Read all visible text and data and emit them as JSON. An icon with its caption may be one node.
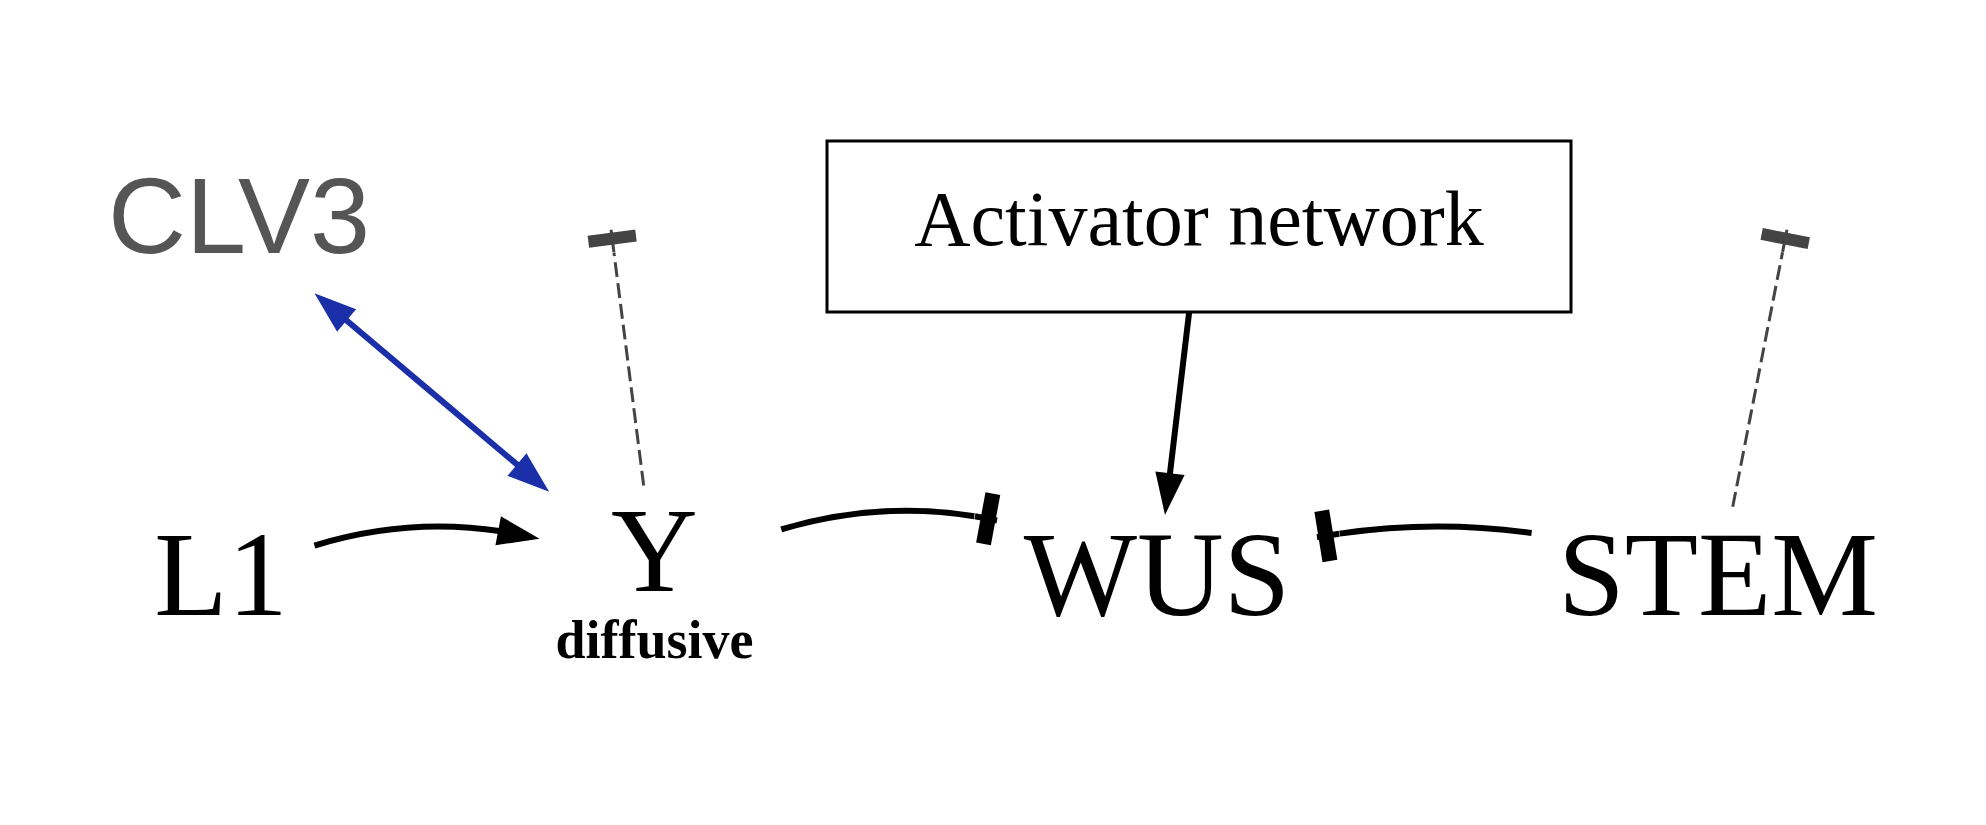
{
  "diagram": {
    "nodes": [
      {
        "text": [
          "CLV3"
        ]
      },
      {
        "text": [
          "Activator network"
        ]
      },
      {
        "text": [
          "L1"
        ]
      },
      {
        "text": [
          "Y"
        ],
        "beside": [
          "diffusive"
        ]
      },
      {
        "text": [
          "WUS"
        ]
      },
      {
        "text": [
          "STEM"
        ]
      }
    ],
    "edges": [
      {
        "from": 0,
        "to": 3,
        "arrow": "both",
        "color": "#1a2fa8"
      },
      {
        "from": 2,
        "to": 3,
        "arrow": "to"
      },
      {
        "from": 3,
        "to": 4,
        "arrow": "other"
      },
      {
        "from": 5,
        "to": 4,
        "arrow": "other"
      },
      {
        "from": 1,
        "to": 4,
        "arrow": "to"
      },
      {
        "from": 3,
        "to": null,
        "arrow": "other",
        "style": "dashed"
      },
      {
        "from": 5,
        "to": null,
        "arrow": "other",
        "style": "dashed"
      }
    ]
  }
}
